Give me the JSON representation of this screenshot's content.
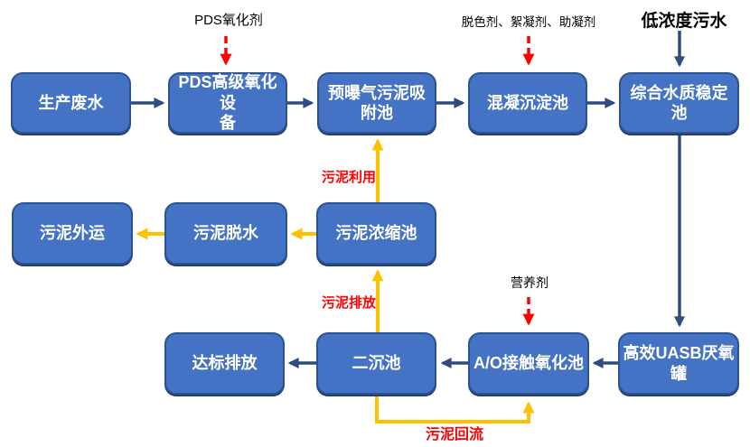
{
  "colors": {
    "background": "#ffffff",
    "box_fill": "#4472c4",
    "box_border": "#2e5395",
    "box_edge_dark": "#1f3f6e",
    "box_text": "#ffffff",
    "flow_arrow": "#2e4d7c",
    "sludge_arrow": "#ffc000",
    "dosing_arrow": "#ff0000",
    "red_label": "#ff0000",
    "black_label": "#000000"
  },
  "nodes": {
    "production_wastewater": {
      "label": "生产废水"
    },
    "pds_oxidation_equipment": {
      "label": "PDS高级氧化设\n备"
    },
    "pre_aeration_sludge_adsorption": {
      "label": "预曝气污泥吸\n附池"
    },
    "coagulation_sedimentation": {
      "label": "混凝沉淀池"
    },
    "water_quality_stabilization": {
      "label": "综合水质稳定\n池"
    },
    "sludge_transport": {
      "label": "污泥外运"
    },
    "sludge_dewatering": {
      "label": "污泥脱水"
    },
    "sludge_thickening": {
      "label": "污泥浓缩池"
    },
    "standard_discharge": {
      "label": "达标排放"
    },
    "secondary_sedimentation": {
      "label": "二沉池"
    },
    "ao_contact_oxidation": {
      "label": "A/O接触氧化池"
    },
    "uasb_anaerobic_tank": {
      "label": "高效UASB厌氧\n罐"
    }
  },
  "annotations": {
    "pds_oxidant": "PDS氧化剂",
    "decolorant_flocculant_coagulant_aid": "脱色剂、絮凝剂、助凝剂",
    "low_concentration_sewage": "低浓度污水",
    "nutrient": "营养剂",
    "sludge_utilization": "污泥利用",
    "sludge_discharge": "污泥排放",
    "sludge_return": "污泥回流"
  }
}
